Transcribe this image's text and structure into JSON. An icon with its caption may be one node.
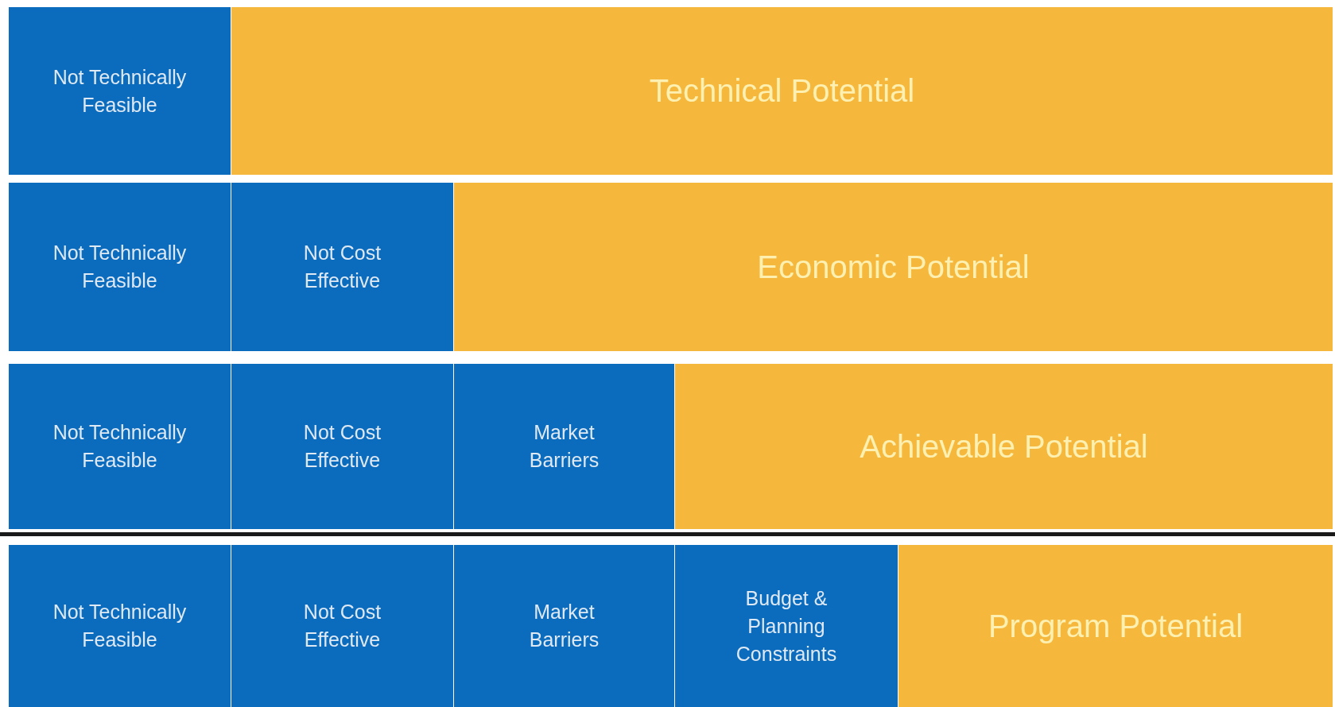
{
  "diagram": {
    "nodes": [
      {
        "text": [
          "Not Technically Feasible"
        ]
      },
      {
        "text": [
          "Technical Potential"
        ]
      },
      {
        "text": [
          "Not Technically Feasible"
        ]
      },
      {
        "text": [
          "Not Cost Effective"
        ]
      },
      {
        "text": [
          "Economic Potential"
        ]
      },
      {
        "text": [
          "Not Technically Feasible"
        ]
      },
      {
        "text": [
          "Not Cost Effective"
        ]
      },
      {
        "text": [
          "Market Barriers"
        ]
      },
      {
        "text": [
          "Achievable Potential"
        ]
      },
      {
        "text": [
          "Not Technically Feasible"
        ]
      },
      {
        "text": [
          "Not Cost Effective"
        ]
      },
      {
        "text": [
          "Market Barriers"
        ]
      },
      {
        "text": [
          "Budget & Planning Constraints"
        ]
      },
      {
        "text": [
          "Program Potential"
        ]
      }
    ]
  }
}
